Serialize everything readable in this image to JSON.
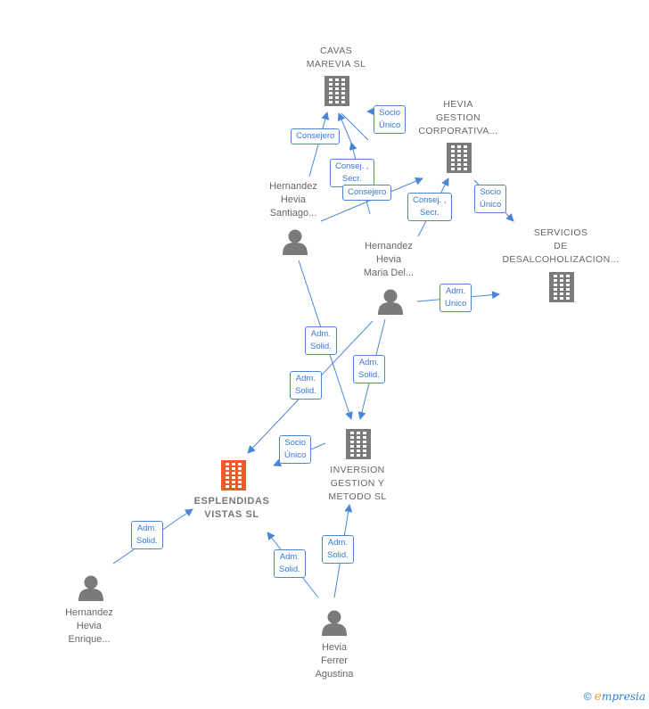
{
  "colors": {
    "edge": "#4a86d8",
    "company": "#7a7a7a",
    "company_focus": "#f05a28",
    "person": "#7a7a7a"
  },
  "nodes": {
    "cavas_marevia": {
      "lines": [
        "CAVAS",
        "MAREVIA  SL"
      ],
      "type": "company"
    },
    "hevia_gestion": {
      "lines": [
        "HEVIA",
        "GESTION",
        "CORPORATIVA..."
      ],
      "type": "company"
    },
    "servicios_desalcoholizacion": {
      "lines": [
        "SERVICIOS",
        "DE",
        "DESALCOHOLIZACION..."
      ],
      "type": "company"
    },
    "hernandez_santiago": {
      "lines": [
        "Hernandez",
        "Hevia",
        "Santiago..."
      ],
      "type": "person"
    },
    "hernandez_maria": {
      "lines": [
        "Hernandez",
        "Hevia",
        "Maria Del..."
      ],
      "type": "person"
    },
    "inversion_gestion": {
      "lines": [
        "INVERSION",
        "GESTION Y",
        "METODO  SL"
      ],
      "type": "company"
    },
    "esplendidas_vistas": {
      "lines": [
        "ESPLENDIDAS",
        "VISTAS  SL"
      ],
      "type": "company_focus"
    },
    "hernandez_enrique": {
      "lines": [
        "Hernandez",
        "Hevia",
        "Enrique..."
      ],
      "type": "person"
    },
    "hevia_ferrer": {
      "lines": [
        "Hevia",
        "Ferrer",
        "Agustina"
      ],
      "type": "person"
    }
  },
  "edge_labels": {
    "socio_unico_cavas": [
      "Socio",
      "Único"
    ],
    "consejero_santiago_cavas": [
      "Consejero"
    ],
    "consej_secr_maria_cavas": [
      "Consej. ,",
      "Secr."
    ],
    "consejero_santiago_hevia": [
      "Consejero"
    ],
    "consej_secr_maria_hevia": [
      "Consej. ,",
      "Secr."
    ],
    "socio_unico_servicios": [
      "Socio",
      "Único"
    ],
    "adm_unico_servicios": [
      "Adm.",
      "Unico"
    ],
    "adm_solid_santiago_inversion": [
      "Adm.",
      "Solid."
    ],
    "adm_solid_maria_esplendidas": [
      "Adm.",
      "Solid."
    ],
    "adm_solid_maria_inversion": [
      "Adm.",
      "Solid."
    ],
    "socio_unico_esplendidas": [
      "Socio",
      "Único"
    ],
    "adm_solid_enrique": [
      "Adm.",
      "Solid."
    ],
    "adm_solid_agustina_esplendidas": [
      "Adm.",
      "Solid."
    ],
    "adm_solid_agustina_inversion": [
      "Adm.",
      "Solid."
    ]
  },
  "footer": {
    "copyright": "©",
    "brand_initial": "e",
    "brand_rest": "mpresia"
  }
}
